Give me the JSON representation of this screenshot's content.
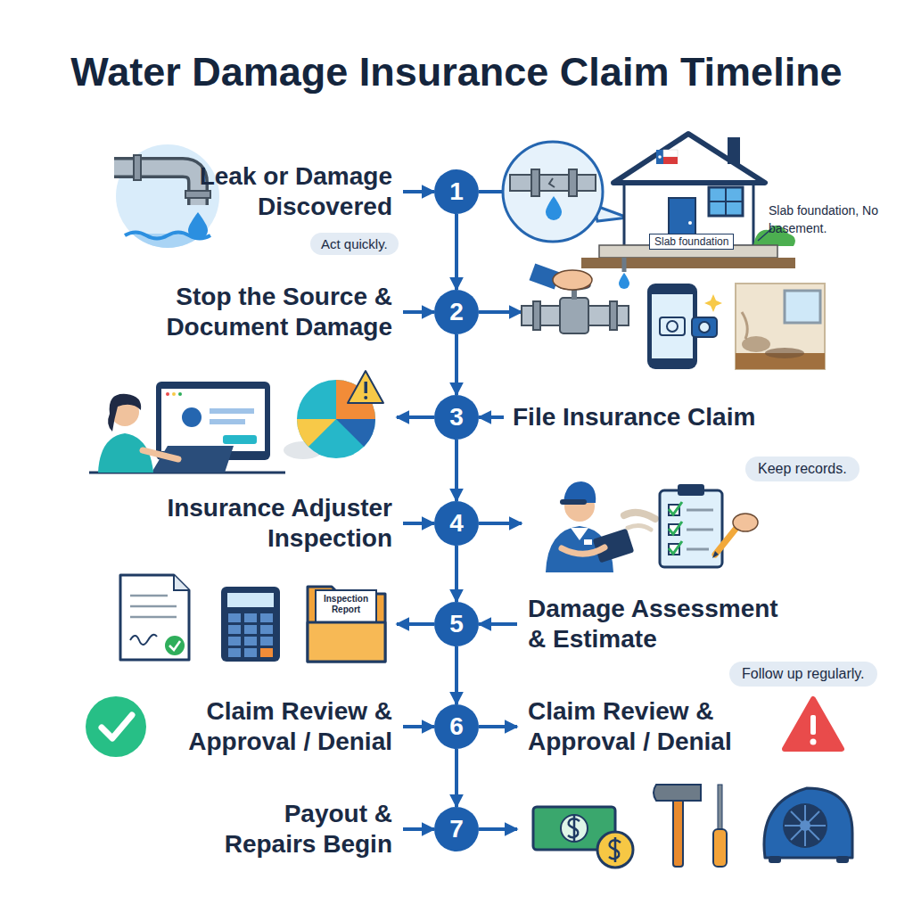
{
  "diagram": {
    "title": "Water Damage Insurance Claim Timeline",
    "nodes": [
      {
        "text": [
          "1",
          "Leak or Damage Discovered"
        ]
      },
      {
        "text": [
          "2",
          "Stop the Source & Document Damage"
        ]
      },
      {
        "text": [
          "3",
          "File Insurance Claim"
        ]
      },
      {
        "text": [
          "4",
          "Insurance Adjuster Inspection"
        ]
      },
      {
        "text": [
          "5",
          "Damage Assessment & Estimate"
        ]
      },
      {
        "text": [
          "6",
          "Claim Review & Approval / Denial"
        ]
      },
      {
        "text": [
          "7",
          "Payout & Repairs Begin"
        ]
      }
    ],
    "edges": [
      {
        "from": 0,
        "to": 1,
        "arrow": "to"
      },
      {
        "from": 1,
        "to": 2,
        "arrow": "to"
      },
      {
        "from": 2,
        "to": 3,
        "arrow": "to"
      },
      {
        "from": 3,
        "to": 4,
        "arrow": "to"
      },
      {
        "from": 4,
        "to": 5,
        "arrow": "to"
      },
      {
        "from": 5,
        "to": 6,
        "arrow": "to"
      }
    ],
    "labels": [
      "Slab foundation, No basement.",
      "Slab foundation",
      "Act quickly.",
      "Keep records.",
      "Inspection Report",
      "Follow up regularly.",
      "Claim Review & Approval / Denial"
    ]
  }
}
